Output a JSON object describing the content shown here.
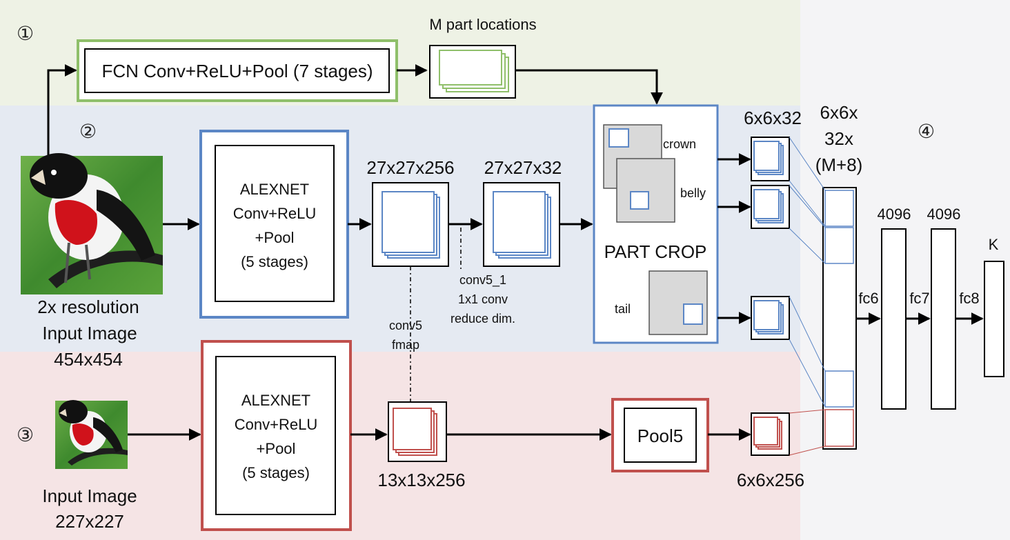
{
  "colors": {
    "band_green": "#eef2e5",
    "band_blue": "#e5eaf2",
    "band_red": "#f5e4e5",
    "band_right": "#f4f4f6",
    "green_stroke": "#8fbf6a",
    "blue_stroke": "#5b86c5",
    "red_stroke": "#c0504d",
    "crop_gray": "#d9d9d9",
    "arrow": "#000000"
  },
  "markers": {
    "m1": "①",
    "m2": "②",
    "m3": "③",
    "m4": "④"
  },
  "top": {
    "fcn_label": "FCN Conv+ReLU+Pool (7 stages)",
    "part_locations": "M part locations"
  },
  "mid": {
    "input_label_1": "2x resolution",
    "input_label_2": "Input Image",
    "input_label_3": "454x454",
    "alexnet": [
      "ALEXNET",
      "Conv+ReLU",
      "+Pool",
      "(5 stages)"
    ],
    "fmap1_size": "27x27x256",
    "fmap2_size": "27x27x32",
    "conv5_1": [
      "conv5_1",
      "1x1 conv",
      "reduce dim."
    ],
    "conv5": [
      "conv5",
      "fmap"
    ],
    "part_crop": "PART CROP",
    "crown": "crown",
    "belly": "belly",
    "tail": "tail",
    "part_size": "6x6x32"
  },
  "bottom": {
    "input_label_1": "Input Image",
    "input_label_2": "227x227",
    "alexnet": [
      "ALEXNET",
      "Conv+ReLU",
      "+Pool",
      "(5 stages)"
    ],
    "fmap_size": "13x13x256",
    "pool5": "Pool5",
    "pool_size": "6x6x256"
  },
  "right": {
    "concat": [
      "6x6x",
      "32x",
      "(M+8)"
    ],
    "fc6_size": "4096",
    "fc7_size": "4096",
    "out_size": "K",
    "fc6": "fc6",
    "fc7": "fc7",
    "fc8": "fc8"
  }
}
